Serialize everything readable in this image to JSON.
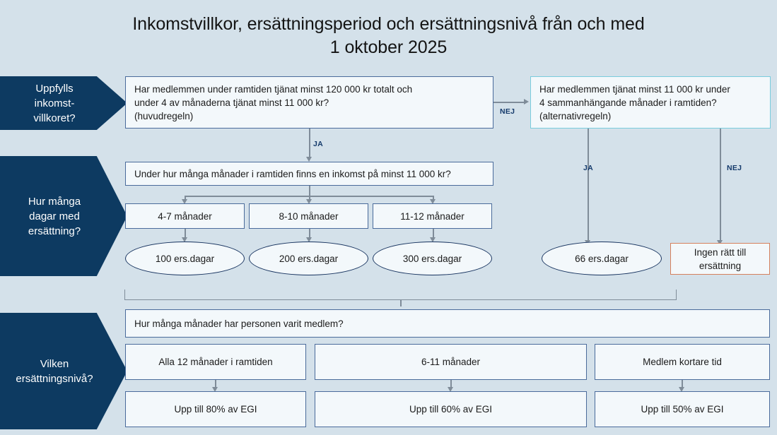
{
  "title": "Inkomstvillkor, ersättningsperiod och ersättningsnivå från och med\n1 oktober 2025",
  "title_line1": "Inkomstvillkor, ersättningsperiod och ersättningsnivå från och med",
  "title_line2": "1 oktober 2025",
  "colors": {
    "background": "#d4e1ea",
    "banner": "#0d3a61",
    "box_border": "#4a6b9b",
    "box_fill": "#f3f8fb",
    "teal_border": "#79ccdd",
    "orange_border": "#d5805d",
    "ellipse_border": "#17335f",
    "connector": "#7f8c99",
    "label_text": "#143a6b"
  },
  "banners": [
    {
      "id": "inkomstvillkor",
      "lines": [
        "Uppfylls",
        "inkomst-",
        "villkoret?"
      ]
    },
    {
      "id": "dagar",
      "lines": [
        "Hur många",
        "dagar med",
        "ersättning?"
      ]
    },
    {
      "id": "nivå",
      "lines": [
        "Vilken",
        "ersättningsnivå?"
      ]
    }
  ],
  "row1": {
    "main_rule": {
      "lines": [
        "Har medlemmen under ramtiden tjänat minst 120 000 kr totalt och",
        "under 4 av månaderna tjänat minst 11 000 kr?",
        "(huvudregeln)"
      ]
    },
    "alt_rule": {
      "lines": [
        "Har medlemmen tjänat minst 11 000 kr under",
        "4 sammanhängande månader i ramtiden?",
        "(alternativregeln)"
      ]
    },
    "edge_nej_right": "NEJ",
    "edge_ja_down": "JA"
  },
  "row2": {
    "question": "Under hur många månader i ramtiden finns en inkomst på minst 11 000 kr?",
    "options": [
      "4-7 månader",
      "8-10 månader",
      "11-12 månader"
    ],
    "results": [
      "100 ers.dagar",
      "200 ers.dagar",
      "300 ers.dagar"
    ]
  },
  "row2_right": {
    "edge_ja": "JA",
    "edge_nej": "NEJ",
    "result_ellipse": "66 ers.dagar",
    "no_entitlement_lines": [
      "Ingen rätt till",
      "ersättning"
    ]
  },
  "row3": {
    "question": "Hur många månader har personen varit medlem?",
    "options": [
      "Alla 12 månader i ramtiden",
      "6-11 månader",
      "Medlem kortare tid"
    ],
    "results": [
      "Upp till 80% av EGI",
      "Upp till 60% av EGI",
      "Upp till 50% av EGI"
    ]
  }
}
